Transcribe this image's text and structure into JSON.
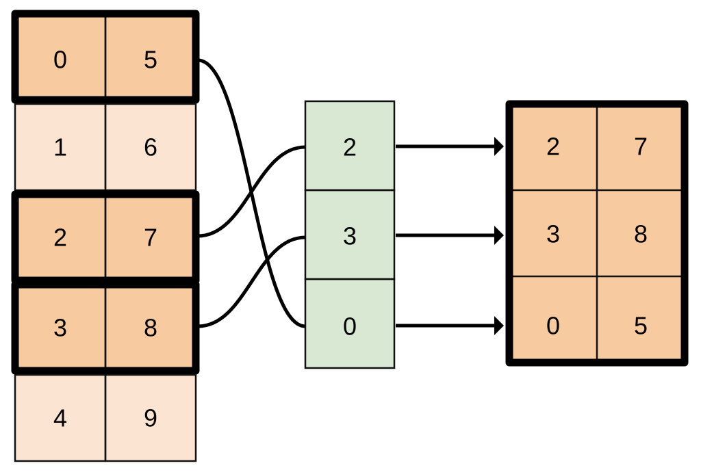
{
  "diagram": {
    "type": "index-selection-gather",
    "colors": {
      "highlight_fill": "#F7CA9F",
      "dim_fill": "#FBE4D1",
      "index_fill": "#D8E8D3",
      "border_thin": "#111111",
      "border_thick": "#000000",
      "background": "#FFFFFF"
    },
    "source_table": {
      "name": "source-table",
      "columns": 2,
      "rows": [
        {
          "index": 0,
          "cells": [
            "0",
            "5"
          ],
          "selected": true
        },
        {
          "index": 1,
          "cells": [
            "1",
            "6"
          ],
          "selected": false
        },
        {
          "index": 2,
          "cells": [
            "2",
            "7"
          ],
          "selected": true
        },
        {
          "index": 3,
          "cells": [
            "3",
            "8"
          ],
          "selected": true
        },
        {
          "index": 4,
          "cells": [
            "4",
            "9"
          ],
          "selected": false
        }
      ]
    },
    "index_column": {
      "name": "index-column",
      "cells": [
        "2",
        "3",
        "0"
      ]
    },
    "result_table": {
      "name": "result-table",
      "columns": 2,
      "rows": [
        {
          "cells": [
            "2",
            "7"
          ]
        },
        {
          "cells": [
            "3",
            "8"
          ]
        },
        {
          "cells": [
            "0",
            "5"
          ]
        }
      ]
    },
    "connectors": [
      {
        "name": "curve-row0-to-index2",
        "from_row": 0,
        "to_index_cell": 2
      },
      {
        "name": "curve-row2-to-index0",
        "from_row": 2,
        "to_index_cell": 0
      },
      {
        "name": "curve-row3-to-index1",
        "from_row": 3,
        "to_index_cell": 1
      }
    ],
    "arrows": [
      {
        "name": "arrow-index0-to-result0",
        "label": "2"
      },
      {
        "name": "arrow-index1-to-result1",
        "label": "3"
      },
      {
        "name": "arrow-index2-to-result2",
        "label": "0"
      }
    ]
  }
}
